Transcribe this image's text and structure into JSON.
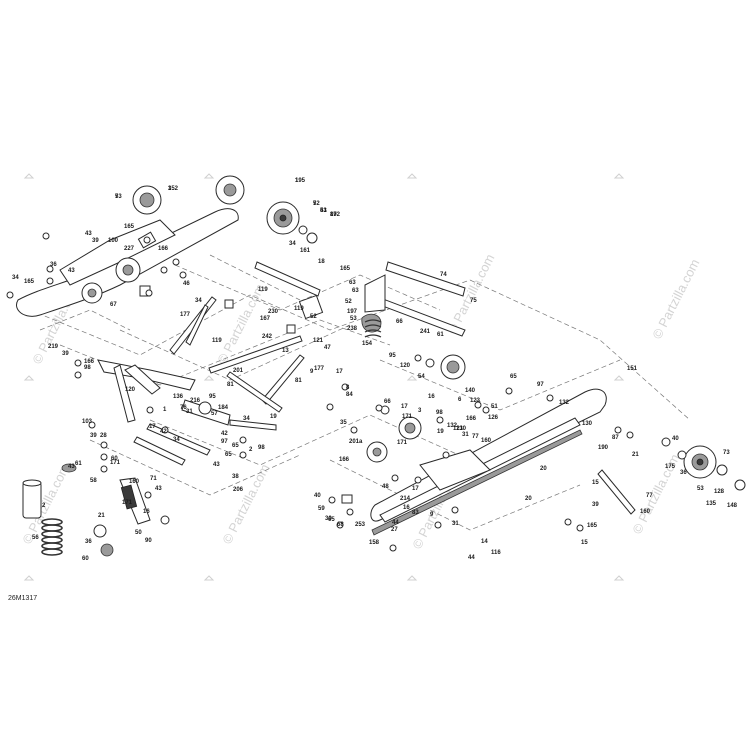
{
  "diagram": {
    "code": "26M1317",
    "watermark": "© Partzilla.com",
    "callouts": [
      "152",
      "195",
      "7",
      "72",
      "53",
      "192",
      "34",
      "165",
      "43",
      "39",
      "100",
      "227",
      "166",
      "36",
      "43",
      "34",
      "165",
      "67",
      "46",
      "74",
      "18",
      "165",
      "161",
      "63",
      "119",
      "52",
      "197",
      "53",
      "230",
      "167",
      "119",
      "63",
      "66",
      "241",
      "75",
      "238",
      "61",
      "242",
      "34",
      "177",
      "119",
      "52",
      "121",
      "47",
      "9",
      "154",
      "95",
      "120",
      "54",
      "151",
      "219",
      "39",
      "166",
      "98",
      "120",
      "201",
      "81",
      "13",
      "81",
      "177",
      "19",
      "103",
      "17",
      "8",
      "84",
      "6",
      "121",
      "57",
      "65",
      "97",
      "136",
      "76",
      "31",
      "95",
      "34",
      "184",
      "28",
      "201a",
      "66",
      "17",
      "171",
      "16",
      "140",
      "123",
      "126",
      "3",
      "98",
      "19",
      "132",
      "130",
      "51",
      "77",
      "166",
      "39",
      "17",
      "42",
      "65",
      "1",
      "42",
      "43",
      "34",
      "97",
      "65",
      "2",
      "206",
      "98",
      "216",
      "166",
      "35",
      "171",
      "132",
      "130",
      "31",
      "20",
      "190",
      "87",
      "21",
      "175",
      "40",
      "36",
      "73",
      "77",
      "53",
      "135",
      "128",
      "148",
      "38",
      "61",
      "43",
      "60",
      "58",
      "43",
      "2",
      "171",
      "160",
      "71",
      "90",
      "36",
      "60",
      "16",
      "21",
      "171",
      "56",
      "50",
      "40",
      "59",
      "65",
      "68",
      "253",
      "30",
      "44",
      "158",
      "27",
      "14",
      "44",
      "20",
      "116",
      "15",
      "165",
      "160",
      "214",
      "39",
      "31",
      "15",
      "160",
      "16",
      "17",
      "48",
      "83",
      "9",
      "3",
      "1",
      "53",
      "5",
      "41",
      "87"
    ]
  }
}
